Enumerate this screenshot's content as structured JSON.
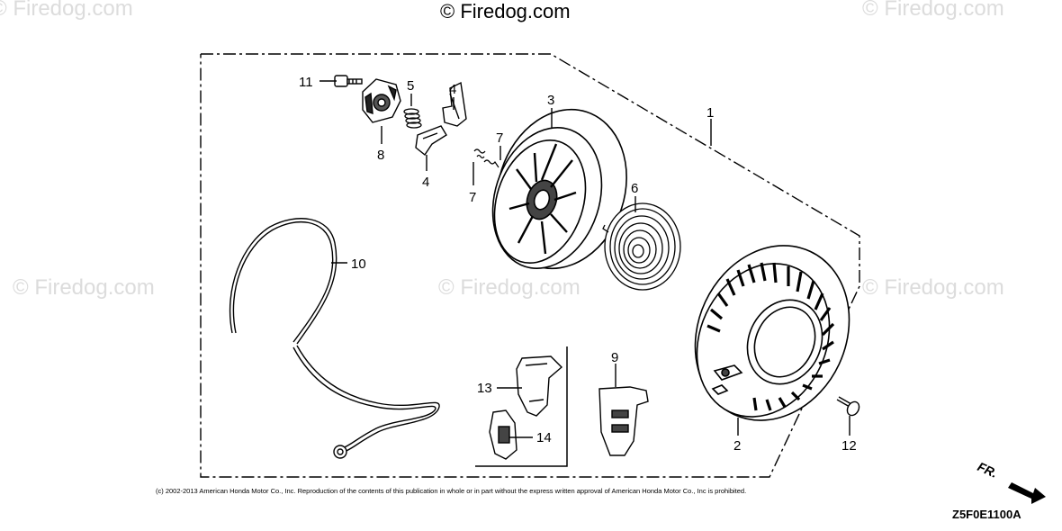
{
  "watermarks": {
    "top_center": "© Firedog.com",
    "faint": "© Firedog.com"
  },
  "callouts": {
    "c1": "1",
    "c2": "2",
    "c3": "3",
    "c4a": "4",
    "c4b": "4",
    "c5": "5",
    "c6": "6",
    "c7a": "7",
    "c7b": "7",
    "c8": "8",
    "c9": "9",
    "c10": "10",
    "c11": "11",
    "c12": "12",
    "c13": "13",
    "c14": "14"
  },
  "footer": {
    "copyright": "(c) 2002-2013 American Honda Motor Co., Inc. Reproduction of the contents of this publication in whole or in part without the express written approval of American Honda Motor Co., Inc is prohibited.",
    "diagram_code": "Z5F0E1100A",
    "direction_label": "FR."
  }
}
